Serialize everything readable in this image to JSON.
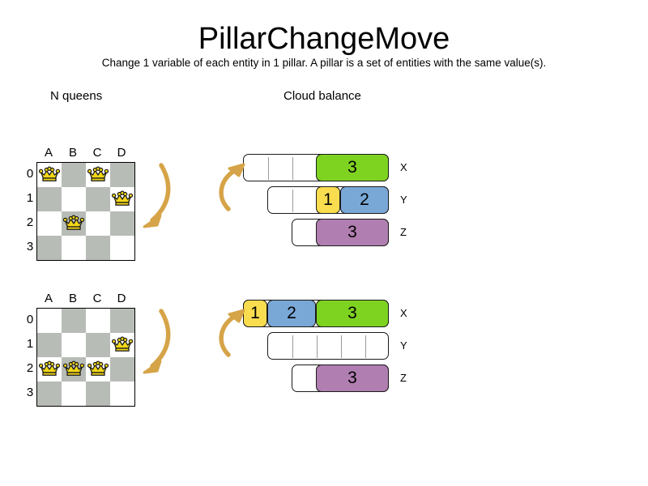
{
  "page": {
    "title": "PillarChangeMove",
    "subtitle": "Change 1 variable of each entity in 1 pillar. A pillar is a set of entities with the same value(s)."
  },
  "sections": {
    "nqueens": {
      "header": "N queens"
    },
    "cloud": {
      "header": "Cloud balance"
    }
  },
  "colors": {
    "board_light": "#ffffff",
    "board_dark": "#b8bcb6",
    "queen_fill": "#f2d718",
    "queen_outline": "#1a1a1a",
    "arrow": "#d6a448",
    "process_1": "#f9dd4f",
    "process_2": "#7aa8d6",
    "process_3_green": "#7ed321",
    "process_3_purple": "#b07eb0",
    "bar_outline": "#1a1a1a"
  },
  "nqueens": {
    "column_labels": [
      "A",
      "B",
      "C",
      "D"
    ],
    "row_labels": [
      "0",
      "1",
      "2",
      "3"
    ],
    "before": {
      "queens": [
        {
          "col": 0,
          "row": 0,
          "cell": "A0"
        },
        {
          "col": 2,
          "row": 0,
          "cell": "C0"
        },
        {
          "col": 3,
          "row": 1,
          "cell": "D1"
        },
        {
          "col": 1,
          "row": 2,
          "cell": "B2"
        }
      ]
    },
    "after": {
      "queens": [
        {
          "col": 3,
          "row": 1,
          "cell": "D1"
        },
        {
          "col": 0,
          "row": 2,
          "cell": "A2"
        },
        {
          "col": 1,
          "row": 2,
          "cell": "B2"
        },
        {
          "col": 2,
          "row": 2,
          "cell": "C2"
        }
      ]
    }
  },
  "cloud": {
    "before": {
      "rows": [
        {
          "label": "X",
          "capacity": 6,
          "empty_slots": 3,
          "processes": [
            {
              "label": "3",
              "size": 3,
              "color": "#7ed321"
            }
          ]
        },
        {
          "label": "Y",
          "capacity": 5,
          "empty_slots": 2,
          "processes": [
            {
              "label": "1",
              "size": 1,
              "color": "#f9dd4f"
            },
            {
              "label": "2",
              "size": 2,
              "color": "#7aa8d6"
            }
          ]
        },
        {
          "label": "Z",
          "capacity": 4,
          "empty_slots": 1,
          "processes": [
            {
              "label": "3",
              "size": 3,
              "color": "#b07eb0"
            }
          ]
        }
      ]
    },
    "after": {
      "rows": [
        {
          "label": "X",
          "capacity": 6,
          "empty_slots": 0,
          "processes": [
            {
              "label": "1",
              "size": 1,
              "color": "#f9dd4f"
            },
            {
              "label": "2",
              "size": 2,
              "color": "#7aa8d6"
            },
            {
              "label": "3",
              "size": 3,
              "color": "#7ed321"
            }
          ]
        },
        {
          "label": "Y",
          "capacity": 5,
          "empty_slots": 5,
          "processes": []
        },
        {
          "label": "Z",
          "capacity": 4,
          "empty_slots": 1,
          "processes": [
            {
              "label": "3",
              "size": 3,
              "color": "#b07eb0"
            }
          ]
        }
      ]
    }
  },
  "icons": {
    "queen": "queen-crown-icon",
    "arrow_down": "curved-arrow-down-icon",
    "arrow_up": "curved-arrow-up-icon"
  }
}
